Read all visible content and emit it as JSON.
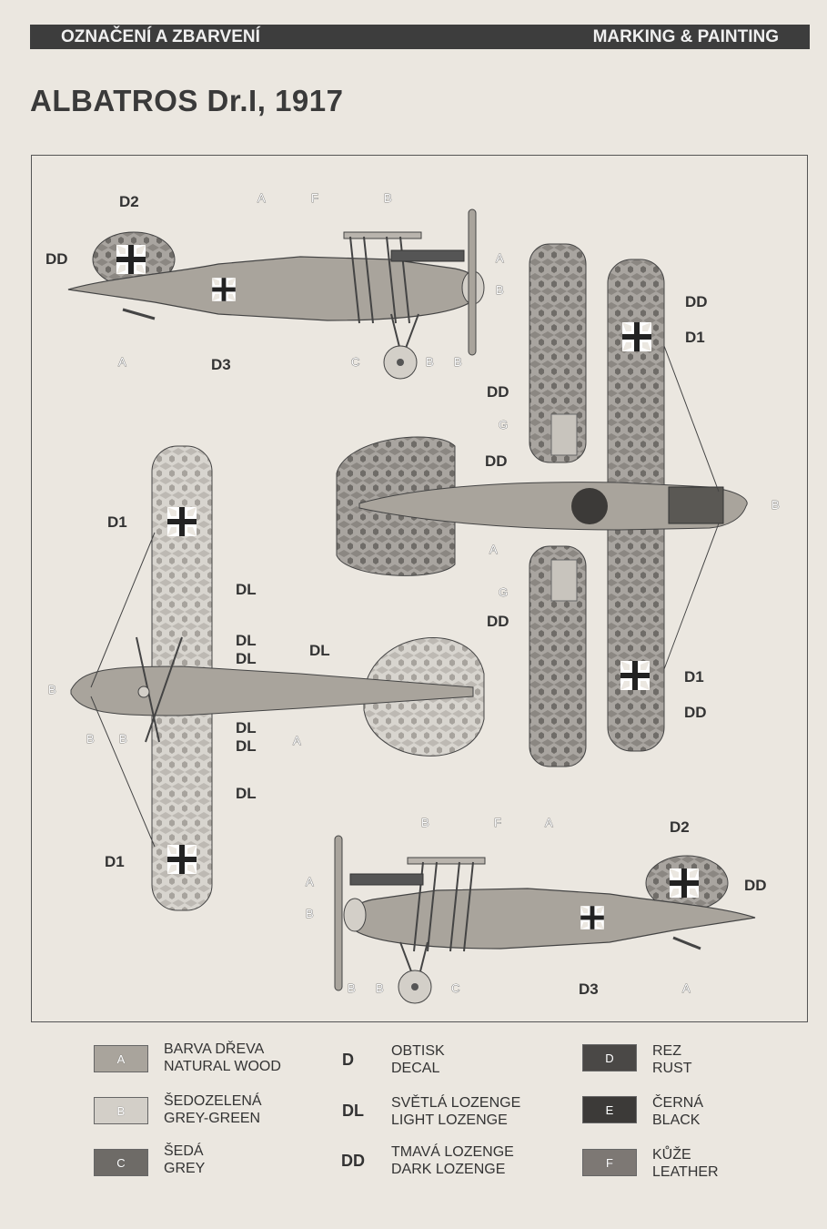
{
  "header": {
    "left": "OZNAČENÍ A ZBARVENÍ",
    "right": "MARKING & PAINTING"
  },
  "title": "ALBATROS Dr.I, 1917",
  "labels": {
    "D1": "D1",
    "D2": "D2",
    "D3": "D3",
    "DD": "DD",
    "DL": "DL",
    "A": "A",
    "B": "B",
    "C": "C",
    "F": "F",
    "G": "G"
  },
  "legend": [
    {
      "code": "A",
      "cz": "BARVA DŘEVA",
      "en": "NATURAL WOOD",
      "color": "#a9a49c"
    },
    {
      "code": "B",
      "cz": "ŠEDOZELENÁ",
      "en": "GREY-GREEN",
      "color": "#d3cfc8"
    },
    {
      "code": "C",
      "cz": "ŠEDÁ",
      "en": "GREY",
      "color": "#6e6b67"
    },
    {
      "code": "D",
      "cz": "OBTISK",
      "en": "DECAL"
    },
    {
      "code": "DL",
      "cz": "SVĚTLÁ LOZENGE",
      "en": "LIGHT LOZENGE"
    },
    {
      "code": "DD",
      "cz": "TMAVÁ LOZENGE",
      "en": "DARK LOZENGE"
    },
    {
      "code": "D",
      "cz": "REZ",
      "en": "RUST",
      "color": "#4a4846"
    },
    {
      "code": "E",
      "cz": "ČERNÁ",
      "en": "BLACK",
      "color": "#3c3a38"
    },
    {
      "code": "F",
      "cz": "KŮŽE",
      "en": "LEATHER",
      "color": "#7d7874"
    }
  ]
}
